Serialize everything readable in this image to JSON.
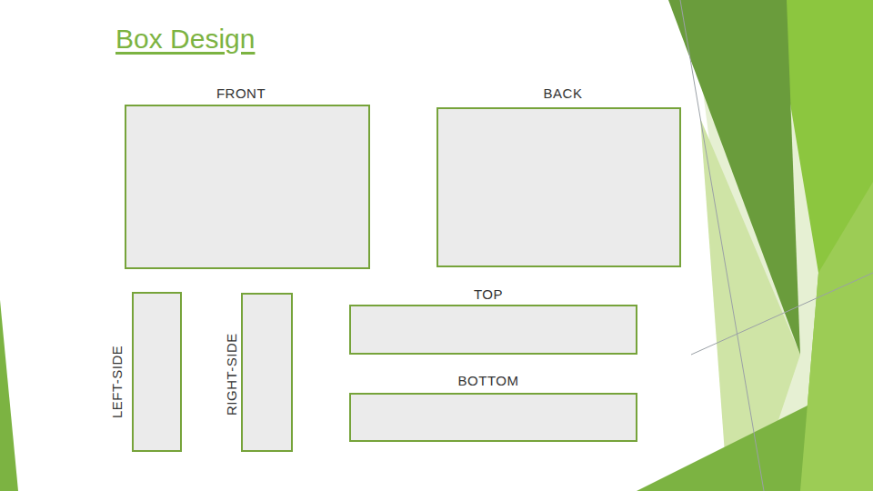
{
  "diagram": {
    "title": "Box Design",
    "nodes": [
      {
        "text": [
          "FRONT"
        ]
      },
      {
        "text": [
          "BACK"
        ]
      },
      {
        "text": [
          "LEFT-SIDE"
        ]
      },
      {
        "text": [
          "RIGHT-SIDE"
        ]
      },
      {
        "text": [
          "TOP"
        ]
      },
      {
        "text": [
          "BOTTOM"
        ]
      }
    ]
  }
}
